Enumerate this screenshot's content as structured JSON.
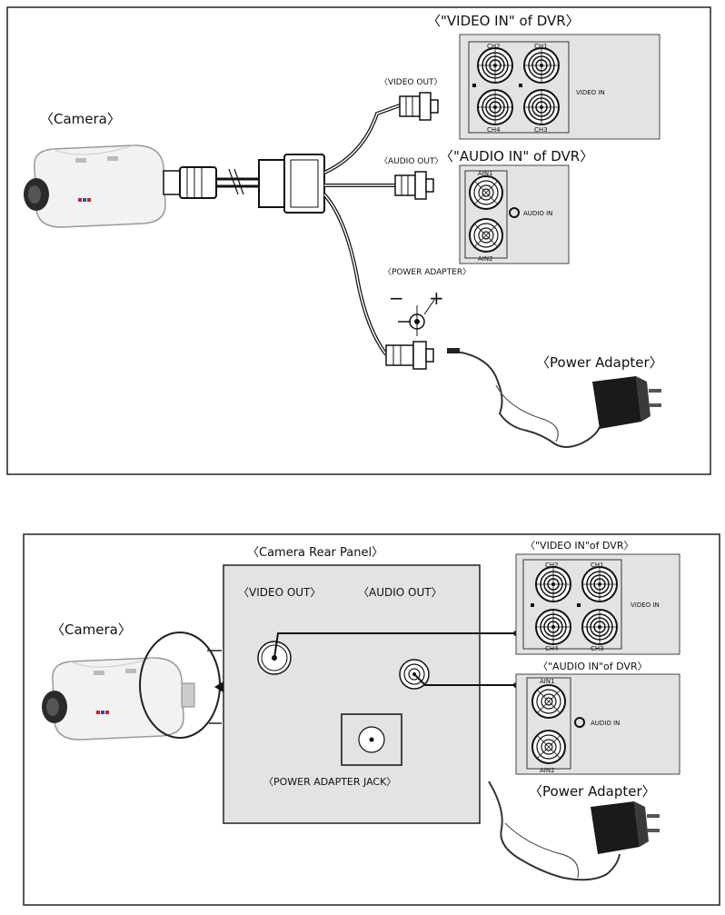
{
  "diagram1": {
    "camera_label": "〈Camera〉",
    "video_in_title": "〈\"VIDEO IN\" of DVR〉",
    "audio_in_title": "〈\"AUDIO IN\" of DVR〉",
    "video_out_label": "〈VIDEO OUT〉",
    "audio_out_label": "〈AUDIO OUT〉",
    "power_adapter_jack_label": "〈POWER ADAPTER〉",
    "power_adapter_label": "〈Power Adapter〉",
    "polarity_minus": "−",
    "polarity_plus": "+",
    "video_in_panel": {
      "side_label": "VIDEO IN",
      "ch2": "CH2",
      "ch1": "CH1",
      "ch4": "CH4",
      "ch3": "CH3"
    },
    "audio_in_panel": {
      "side_label": "AUDIO IN",
      "ain1": "AIN1",
      "ain2": "AIN2"
    }
  },
  "diagram2": {
    "camera_label": "〈Camera〉",
    "rear_panel_title": "〈Camera Rear Panel〉",
    "video_out_label": "〈VIDEO OUT〉",
    "audio_out_label": "〈AUDIO OUT〉",
    "power_jack_label": "〈POWER ADAPTER JACK〉",
    "video_in_title": "〈\"VIDEO IN\"of DVR〉",
    "audio_in_title": "〈\"AUDIO IN\"of DVR〉",
    "power_adapter_label": "〈Power Adapter〉",
    "video_in_panel": {
      "side_label": "VIDEO IN",
      "ch2": "CH2",
      "ch1": "CH1",
      "ch4": "CH4",
      "ch3": "CH3"
    },
    "audio_in_panel": {
      "side_label": "AUDIO IN",
      "ain1": "AIN1",
      "ain2": "AIN2"
    }
  },
  "colors": {
    "panel_fill": "#e3e3e3",
    "frame": "#222222",
    "cable": "#1a1a1a"
  }
}
